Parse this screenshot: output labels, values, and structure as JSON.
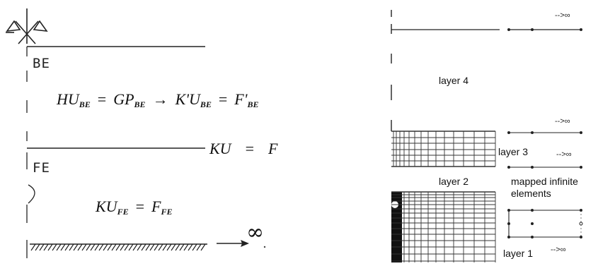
{
  "left_panel": {
    "be_label": "BE",
    "fe_label": "FE",
    "eq_be": {
      "H": "HU",
      "H_sub": "BE",
      "eq": "=",
      "G": "GP",
      "G_sub": "BE",
      "arrow": "→",
      "K": "K'U",
      "K_sub": "BE",
      "eq2": "=",
      "F": "F'",
      "F_sub": "BE"
    },
    "eq_global": {
      "lhs": "KU",
      "eq": "=",
      "rhs": "F"
    },
    "eq_fe": {
      "lhs": "KU",
      "lhs_sub": "FE",
      "eq": "=",
      "rhs": "F",
      "rhs_sub": "FE"
    },
    "infinity": "∞"
  },
  "right_panel": {
    "layer4": "layer 4",
    "layer3": "layer 3",
    "layer2": "layer 2",
    "layer1": "layer 1",
    "mapped": "mapped infinite",
    "elements": "elements",
    "to_inf_1": "-->∞",
    "to_inf_2": "-->∞",
    "to_inf_3": "-->∞",
    "to_inf_4": "-->∞"
  }
}
